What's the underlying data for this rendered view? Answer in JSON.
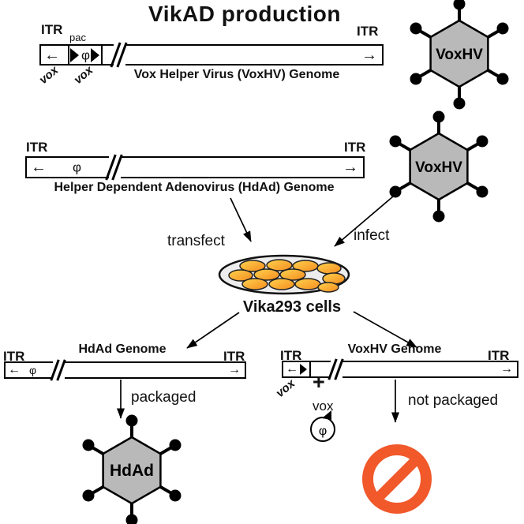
{
  "title": "VikAD production",
  "icons": {
    "left_arrow": "←",
    "right_arrow": "→"
  },
  "colors": {
    "virion_fill": "#b9b9b9",
    "outline": "#000000",
    "dish_fill": "#ededed",
    "cell_gradient_start": "#ffd24f",
    "cell_gradient_end": "#f58c1e",
    "prohibited": "#f1582a"
  },
  "top_construct": {
    "itr_left": "ITR",
    "pac_label": "pac",
    "phi": "φ",
    "vox_left": "vox",
    "vox_right": "vox",
    "itr_right": "ITR",
    "caption": "Vox Helper Virus (VoxHV) Genome"
  },
  "mid_construct": {
    "itr_left": "ITR",
    "phi": "φ",
    "itr_right": "ITR",
    "caption": "Helper Dependent Adenovirus (HdAd) Genome"
  },
  "virions": {
    "voxhv_top": "VoxHV",
    "voxhv_mid": "VoxHV",
    "hdad": "HdAd"
  },
  "process": {
    "transfect": "transfect",
    "infect": "infect",
    "cells": "Vika293 cells",
    "packaged": "packaged",
    "not_packaged": "not packaged"
  },
  "bottom_left_construct": {
    "title": "HdAd Genome",
    "itr_left": "ITR",
    "itr_right": "ITR",
    "phi": "φ"
  },
  "bottom_right_construct": {
    "title": "VoxHV Genome",
    "itr_left": "ITR",
    "itr_right": "ITR",
    "vox_site": "vox",
    "plus": "+",
    "excised_vox_label": "vox",
    "excised_phi": "φ"
  }
}
